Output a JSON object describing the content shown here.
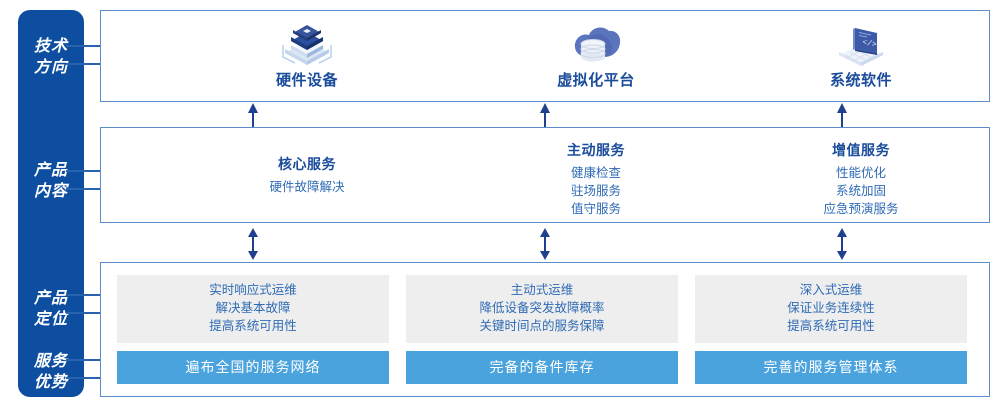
{
  "sidebar": {
    "items": [
      {
        "name": "technology-direction",
        "line1": "技术",
        "line2": "方向"
      },
      {
        "name": "product-content",
        "line1": "产品",
        "line2": "内容"
      },
      {
        "name": "product-positioning",
        "line1": "产品",
        "line2": "定位"
      },
      {
        "name": "service-advantage",
        "line1": "服务",
        "line2": "优势"
      }
    ],
    "bg_color": "#0d4ea0",
    "text_color": "#ffffff"
  },
  "technology_row": {
    "columns": [
      {
        "icon": "server-stack-icon",
        "label": "硬件设备"
      },
      {
        "icon": "cloud-database-icon",
        "label": "虚拟化平台"
      },
      {
        "icon": "laptop-code-icon",
        "label": "系统软件"
      }
    ]
  },
  "content_row": {
    "columns": [
      {
        "title": "核心服务",
        "lines": [
          "硬件故障解决"
        ]
      },
      {
        "title": "主动服务",
        "lines": [
          "健康检查",
          "驻场服务",
          "值守服务"
        ]
      },
      {
        "title": "增值服务",
        "lines": [
          "性能优化",
          "系统加固",
          "应急预演服务"
        ]
      }
    ]
  },
  "bottom_row": {
    "columns": [
      {
        "positioning": [
          "实时响应式运维",
          "解决基本故障",
          "提高系统可用性"
        ],
        "advantage": "遍布全国的服务网络"
      },
      {
        "positioning": [
          "主动式运维",
          "降低设备突发故障概率",
          "关键时间点的服务保障"
        ],
        "advantage": "完备的备件库存"
      },
      {
        "positioning": [
          "深入式运维",
          "保证业务连续性",
          "提高系统可用性"
        ],
        "advantage": "完善的服务管理体系"
      }
    ]
  },
  "arrows": {
    "tech_to_content": [
      "arrow-up-icon",
      "arrow-up-icon",
      "arrow-up-icon"
    ],
    "content_to_bottom": [
      "arrow-bidirectional-icon",
      "arrow-bidirectional-icon",
      "arrow-bidirectional-icon"
    ]
  },
  "colors": {
    "deep_blue": "#0d4ea0",
    "title_blue": "#1a4c9c",
    "body_blue": "#2f6bb5",
    "border_blue": "#5b8ecb",
    "bar_blue": "#4ba3dd",
    "gray_card": "#eeeeee",
    "arrow_navy": "#1f3f8f"
  }
}
